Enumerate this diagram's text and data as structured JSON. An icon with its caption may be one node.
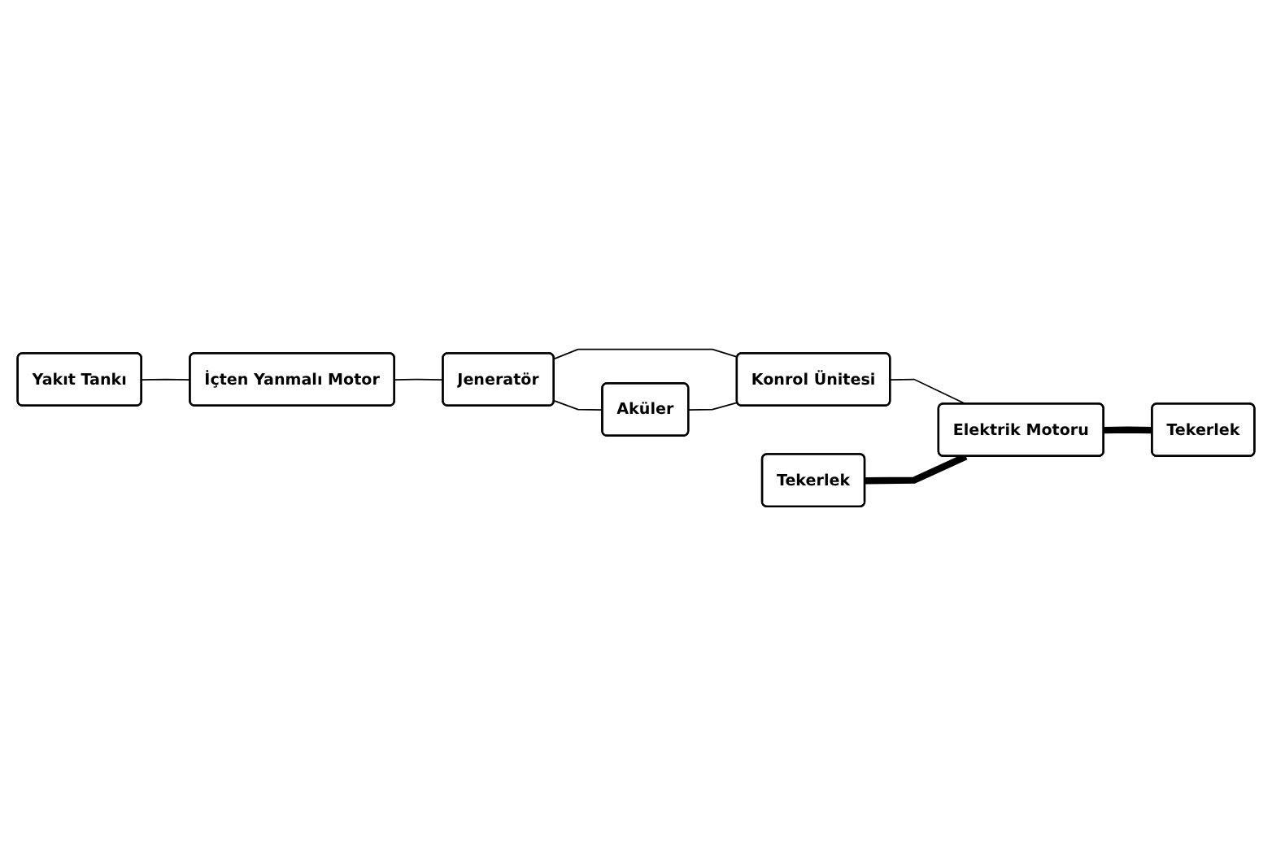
{
  "diagram": {
    "nodes": [
      {
        "text": [
          "Yakıt Tankı"
        ]
      },
      {
        "text": [
          "İçten Yanmalı Motor"
        ]
      },
      {
        "text": [
          "Jeneratör"
        ]
      },
      {
        "text": [
          "Aküler"
        ]
      },
      {
        "text": [
          "Konrol Ünitesi"
        ]
      },
      {
        "text": [
          "Elektrik Motoru"
        ]
      },
      {
        "text": [
          "Tekerlek"
        ]
      },
      {
        "text": [
          "Tekerlek"
        ]
      }
    ],
    "edges": [
      {
        "from": 0,
        "to": 1,
        "arrow": "none"
      },
      {
        "from": 1,
        "to": 2,
        "arrow": "none"
      },
      {
        "from": 2,
        "to": 3,
        "arrow": "none"
      },
      {
        "from": 2,
        "to": 4,
        "arrow": "none"
      },
      {
        "from": 3,
        "to": 4,
        "arrow": "none"
      },
      {
        "from": 4,
        "to": 5,
        "arrow": "none"
      },
      {
        "from": 6,
        "to": 5,
        "arrow": "none",
        "style": "thick"
      },
      {
        "from": 5,
        "to": 7,
        "arrow": "none",
        "style": "thick"
      }
    ]
  }
}
